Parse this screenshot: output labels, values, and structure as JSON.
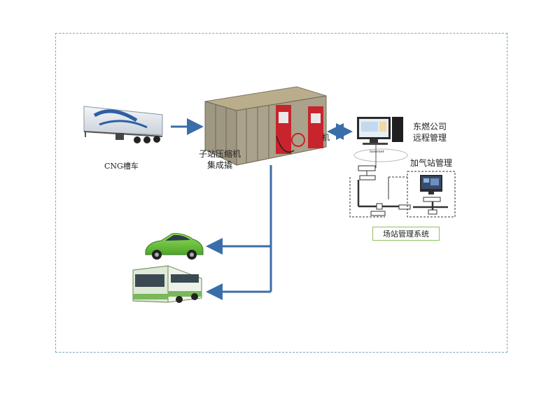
{
  "labels": {
    "cng_truck": "CNG槽车",
    "substation_line1": "子站压缩机",
    "substation_line2": "集成撬",
    "dongran_line1": "东燃公司",
    "dongran_line2": "远程管理",
    "station_mgmt": "加气站管理",
    "site_system": "场站管理系统",
    "partial_text": "机",
    "internet": "Internet"
  },
  "colors": {
    "arrow": "#3a6ea8",
    "frame": "#7fa9b6",
    "system_box_border": "#8fc15a",
    "car": "#6cc33b",
    "bus": "#7ab85a",
    "compressor": "#a39a84",
    "dispenser": "#c8242d"
  }
}
